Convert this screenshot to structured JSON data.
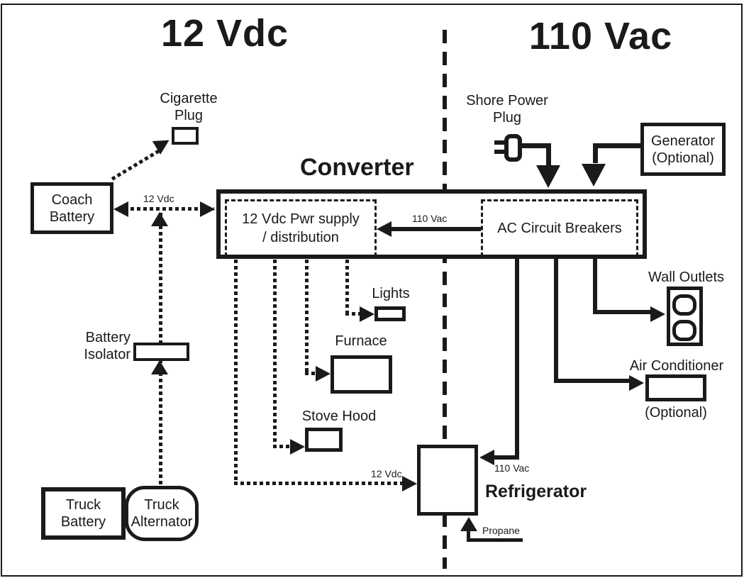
{
  "palette": {
    "ink": "#1a1a1a",
    "paper": "#ffffff"
  },
  "titles": {
    "dc": "12 Vdc",
    "ac": "110 Vac"
  },
  "converter": {
    "title": "Converter",
    "dc_supply_line1": "12 Vdc Pwr supply",
    "dc_supply_line2": "/ distribution",
    "ac_breakers": "AC Circuit Breakers"
  },
  "components": {
    "cigarette_plug": {
      "line1": "Cigarette",
      "line2": "Plug"
    },
    "coach_battery": {
      "line1": "Coach",
      "line2": "Battery"
    },
    "battery_isolator": {
      "line1": "Battery",
      "line2": "Isolator"
    },
    "truck_battery": {
      "line1": "Truck",
      "line2": "Battery"
    },
    "truck_alternator": {
      "line1": "Truck",
      "line2": "Alternator"
    },
    "shore_power": {
      "line1": "Shore Power",
      "line2": "Plug"
    },
    "generator": {
      "line1": "Generator",
      "line2": "(Optional)"
    },
    "wall_outlets": {
      "label": "Wall Outlets"
    },
    "air_conditioner": {
      "label": "Air Conditioner",
      "note": "(Optional)"
    },
    "lights": {
      "label": "Lights"
    },
    "furnace": {
      "label": "Furnace"
    },
    "stove_hood": {
      "label": "Stove Hood"
    },
    "refrigerator": {
      "label": "Refrigerator"
    }
  },
  "wire_labels": {
    "coach_to_converter": "12 Vdc",
    "breakers_to_supply": "110 Vac",
    "supply_to_refrigerator": "12 Vdc",
    "breakers_to_refrigerator": "110 Vac",
    "propane": "Propane"
  }
}
